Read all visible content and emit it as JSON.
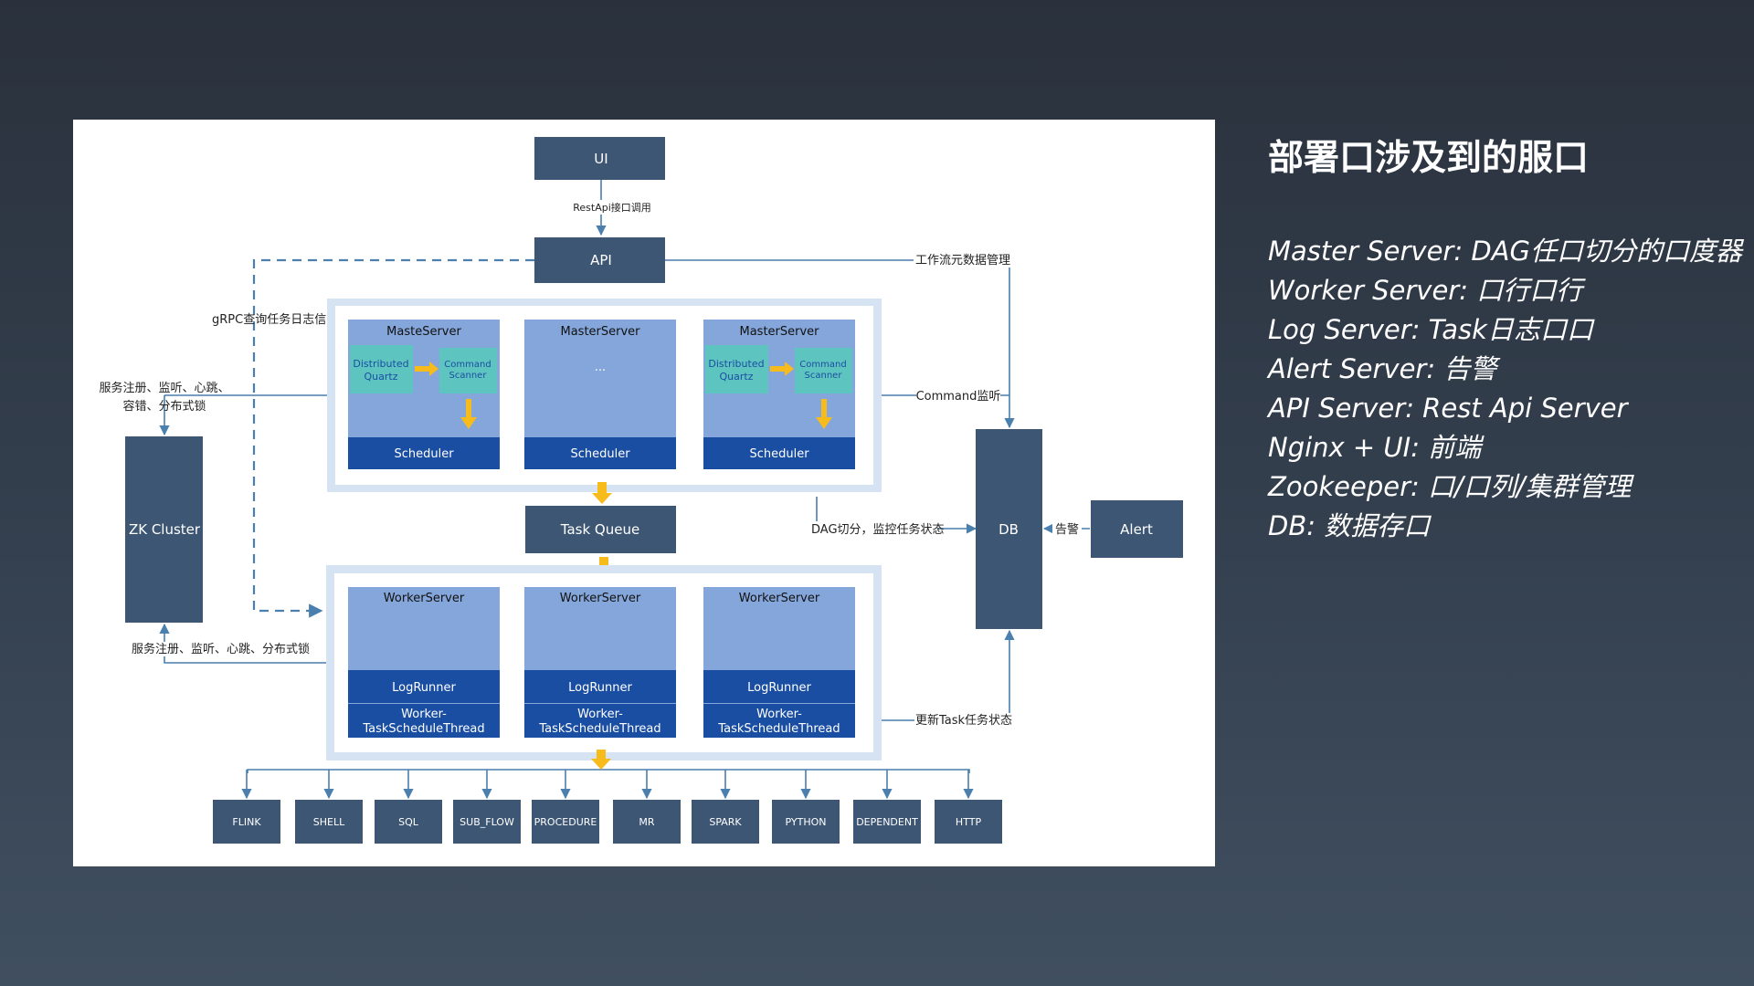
{
  "diagram": {
    "ui": "UI",
    "api": "API",
    "restapi_label": "RestApi接口调用",
    "workflow_label": "工作流元数据管理",
    "grpc_label": "gRPC查询任务日志信息",
    "zk_reg_label_1": "服务注册、监听、心跳、",
    "zk_reg_label_2": "容错、分布式锁",
    "command_listen_label": "Command监听",
    "master_servers": [
      {
        "title": "MasteServer",
        "left": "Distributed Quartz",
        "right": "Command Scanner",
        "bottom": "Scheduler"
      },
      {
        "title": "MasterServer",
        "middle": "...",
        "bottom": "Scheduler"
      },
      {
        "title": "MasterServer",
        "left": "Distributed Quartz",
        "right": "Command Scanner",
        "bottom": "Scheduler"
      }
    ],
    "zk_cluster": "ZK Cluster",
    "task_queue": "Task Queue",
    "dag_label": "DAG切分，监控任务状态",
    "db": "DB",
    "alert": "Alert",
    "alert_label": "告警",
    "worker_servers": [
      {
        "title": "WorkerServer",
        "log_runner": "LogRunner",
        "thread_1": "Worker-",
        "thread_2": "TaskScheduleThread"
      },
      {
        "title": "WorkerServer",
        "log_runner": "LogRunner",
        "thread_1": "Worker-",
        "thread_2": "TaskScheduleThread"
      },
      {
        "title": "WorkerServer",
        "log_runner": "LogRunner",
        "thread_1": "Worker-",
        "thread_2": "TaskScheduleThread"
      }
    ],
    "worker_reg_label": "服务注册、监听、心跳、分布式锁",
    "update_task_label": "更新Task任务状态",
    "task_types": [
      "FLINK",
      "SHELL",
      "SQL",
      "SUB_FLOW",
      "PROCEDURE",
      "MR",
      "SPARK",
      "PYTHON",
      "DEPENDENT",
      "HTTP"
    ]
  },
  "side": {
    "title": "部署口涉及到的服口",
    "items": [
      "Master Server: DAG任口切分的口度器",
      "Worker Server: 口行口行",
      "Log Server: Task日志口口",
      "Alert Server: 告警",
      "API Server: Rest Api Server",
      "Nginx + UI: 前端",
      "Zookeeper: 口/口列/集群管理",
      "DB: 数据存口"
    ]
  },
  "colors": {
    "dark_box": "#3d5674",
    "outer_group": "#d6e3f3",
    "server_box": "#84a6da",
    "bar": "#1a4ea3",
    "teal": "#5ec4c0",
    "arrow_yellow": "#f7bb1c",
    "line": "#4a7fae"
  }
}
